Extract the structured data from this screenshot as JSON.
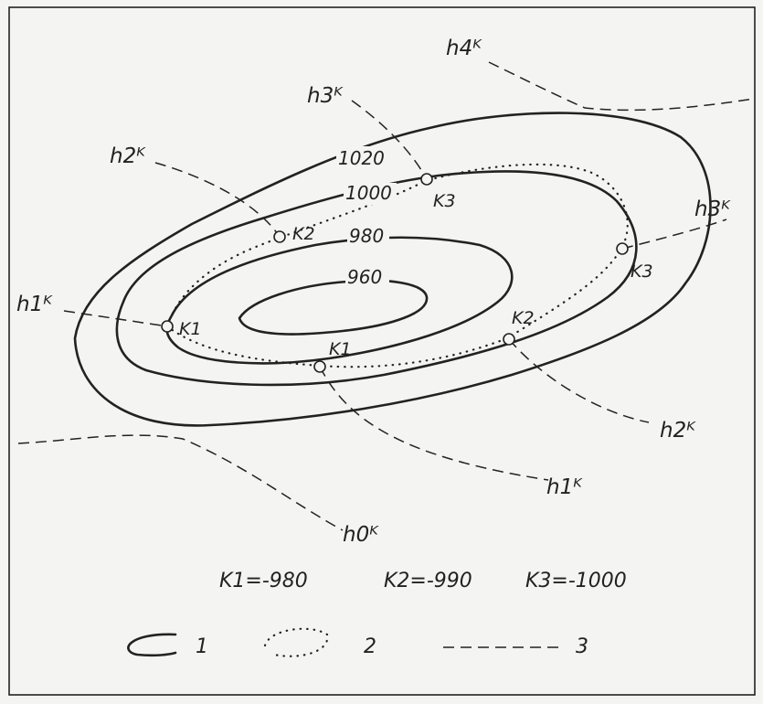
{
  "contours": {
    "c1020": "1020",
    "c1000": "1000",
    "c980": "980",
    "c960": "960"
  },
  "points": {
    "k1_west": "K1",
    "k1_south": "K1",
    "k2_north": "K2",
    "k2_east": "K2",
    "k3_north": "K3",
    "k3_east": "K3"
  },
  "isolines": {
    "h0": "h0ᴷ",
    "h1_west": "h1ᴷ",
    "h1_south": "h1ᴷ",
    "h2_north": "h2ᴷ",
    "h2_south": "h2ᴷ",
    "h3_north": "h3ᴷ",
    "h3_east": "h3ᴷ",
    "h4": "h4ᴷ"
  },
  "formula": {
    "k1": "K1=-980",
    "k2": "K2=-990",
    "k3": "K3=-1000"
  },
  "legend": {
    "item1": "1",
    "item2": "2",
    "item3": "3"
  }
}
